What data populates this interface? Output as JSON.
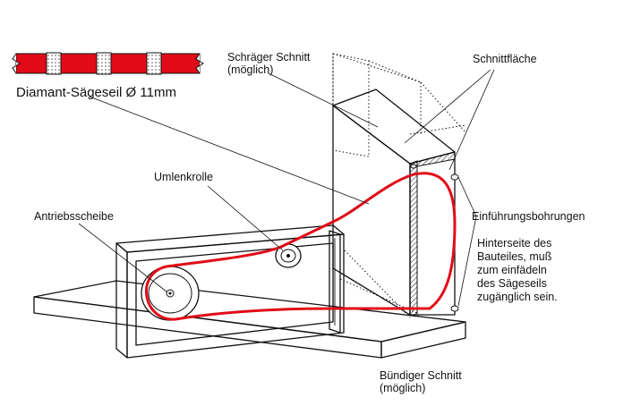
{
  "rope_legend": {
    "title": "Diamant-Sägeseil Ø 11mm",
    "rope_color": "#e10a17",
    "bead_color": "#d9d9d9"
  },
  "labels": {
    "oblique_cut_line1": "Schräger Schnitt",
    "oblique_cut_line2": "(möglich)",
    "cut_surface": "Schnittfläche",
    "deflection_pulley": "Umlenkrolle",
    "drive_pulley": "Antriebsscheibe",
    "entry_holes": "Einführungsbohrungen",
    "note_line1": "Hinterseite des",
    "note_line2": "Bauteiles, muß",
    "note_line3": "zum einfädeln",
    "note_line4": "des Sägeseils",
    "note_line5": "zugänglich sein.",
    "flush_cut_line1": "Bündiger Schnitt",
    "flush_cut_line2": "(möglich)"
  }
}
